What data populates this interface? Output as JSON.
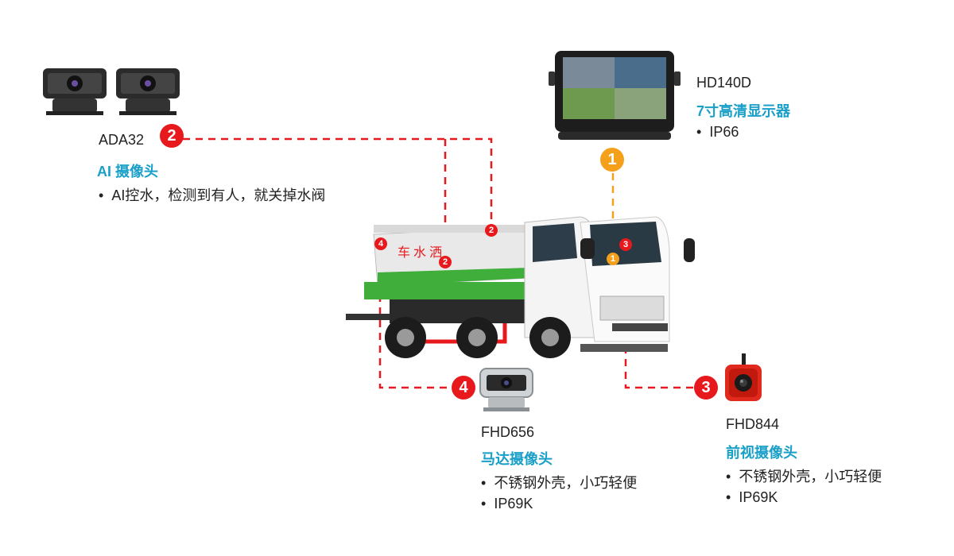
{
  "colors": {
    "accent": "#1aa0c8",
    "line_red": "#e8191d",
    "line_orange": "#f5a01a"
  },
  "devices": {
    "ada32": {
      "model": "ADA32",
      "badge": "2",
      "category": "AI 摄像头",
      "bullets": [
        "AI控水，检测到有人，就关掉水阀"
      ]
    },
    "hd140d": {
      "model": "HD140D",
      "badge": "1",
      "category": "7寸高清显示器",
      "bullets": [
        "IP66"
      ]
    },
    "fhd656": {
      "model": "FHD656",
      "badge": "4",
      "category": "马达摄像头",
      "bullets": [
        "不锈钢外壳，小巧轻便",
        "IP69K"
      ]
    },
    "fhd844": {
      "model": "FHD844",
      "badge": "3",
      "category": "前视摄像头",
      "bullets": [
        "不锈钢外壳，小巧轻便",
        "IP69K"
      ]
    }
  },
  "truck_markers": [
    "4",
    "2",
    "2",
    "3",
    "1"
  ],
  "truck_text": {
    "tank_lettering": "车 水 洒"
  },
  "icons": [
    "ai-camera-icon",
    "monitor-icon",
    "motor-camera-icon",
    "front-camera-icon",
    "water-truck-icon"
  ]
}
